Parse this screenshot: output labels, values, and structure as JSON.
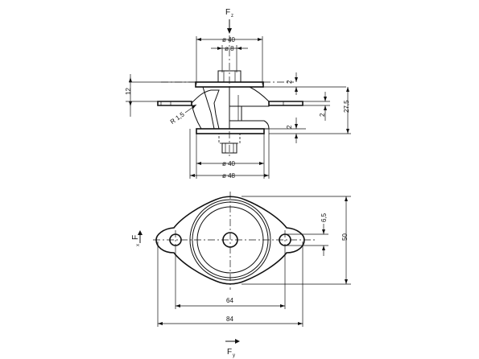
{
  "forces": {
    "z": {
      "main": "F",
      "sub": "z"
    },
    "x": {
      "main": "F",
      "sub": "x"
    },
    "y": {
      "main": "F",
      "sub": "y"
    }
  },
  "section_dims": {
    "top_dia": "ø 40",
    "bolt_dia": "ø 8",
    "bottom_dia": "ø 40",
    "base_dia": "ø 48",
    "height_left": "12",
    "plate_thickness_top": "2",
    "plate_thickness_mid": "2",
    "plate_thickness_bottom": "2",
    "overall_height": "27,5",
    "radius": "R 1,5"
  },
  "plan_dims": {
    "hole_spacing": "64",
    "overall_length": "84",
    "width": "50",
    "hole_dia": "6,5"
  },
  "colors": {
    "rubber": "#5fd3e6",
    "line": "#111111"
  }
}
